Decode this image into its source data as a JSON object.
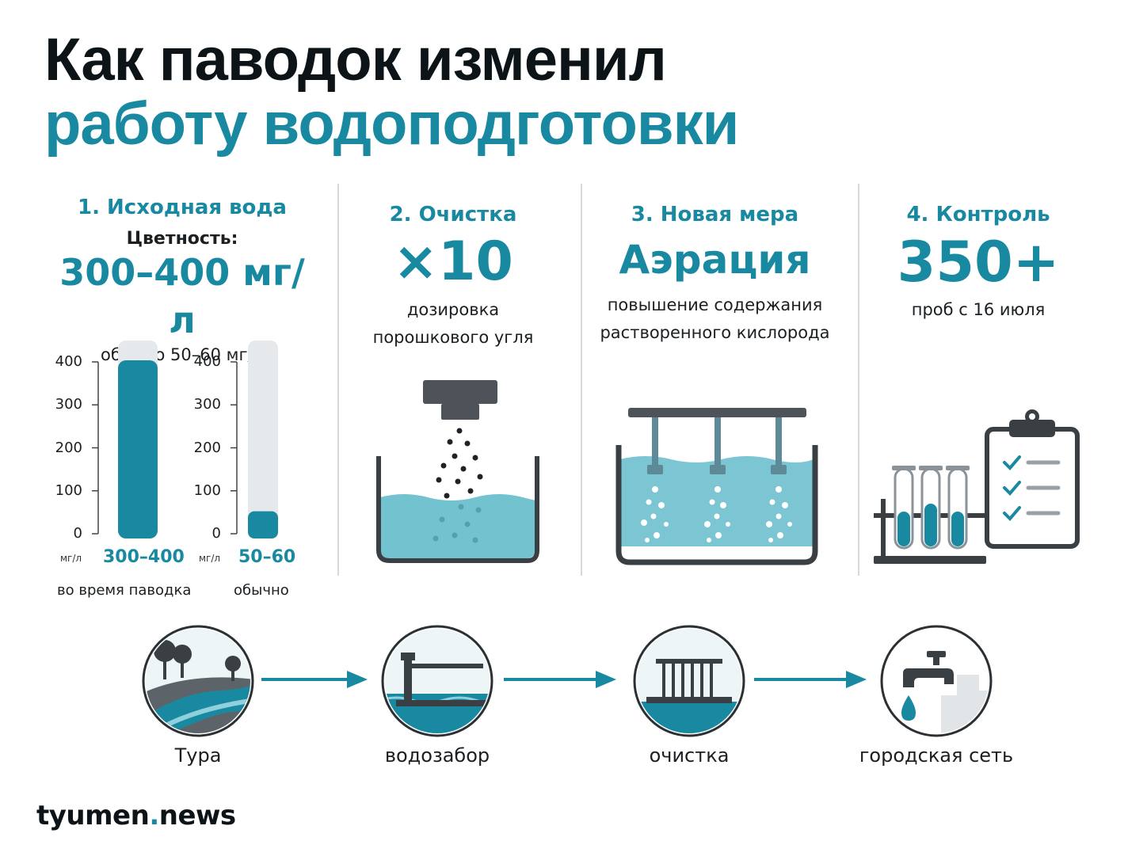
{
  "title": {
    "line1": "Как паводок изменил",
    "line2": "работу водоподготовки"
  },
  "col1": {
    "heading": "1. Исходная вода",
    "label": "Цветность:",
    "value": "300–400 мг/л",
    "note": "обычно 50–60 мг/л",
    "ticks": [
      "400",
      "300",
      "200",
      "100",
      "0"
    ],
    "bars": [
      {
        "unit": "мг/л",
        "value_label": "300–400",
        "caption": "во время паводка",
        "level": 360,
        "max": 400
      },
      {
        "unit": "мг/л",
        "value_label": "50–60",
        "caption": "обычно",
        "level": 55,
        "max": 400
      }
    ]
  },
  "col2": {
    "heading": "2. Очистка",
    "big": "×10",
    "desc1": "дозировка",
    "desc2": "порошкового угля"
  },
  "col3": {
    "heading": "3. Новая мера",
    "big": "Аэрация",
    "desc1": "повышение содержания",
    "desc2": "растворенного кислорода"
  },
  "col4": {
    "heading": "4. Контроль",
    "big": "350+",
    "desc1": "проб с 16 июля"
  },
  "flow": [
    "Тура",
    "водозабор",
    "очистка",
    "городская сеть"
  ],
  "logo": {
    "main": "tyumen",
    "dot": ".",
    "tail": "news"
  },
  "colors": {
    "teal": "#1889a0",
    "dark": "#0d1418",
    "gray": "#5b6166"
  }
}
